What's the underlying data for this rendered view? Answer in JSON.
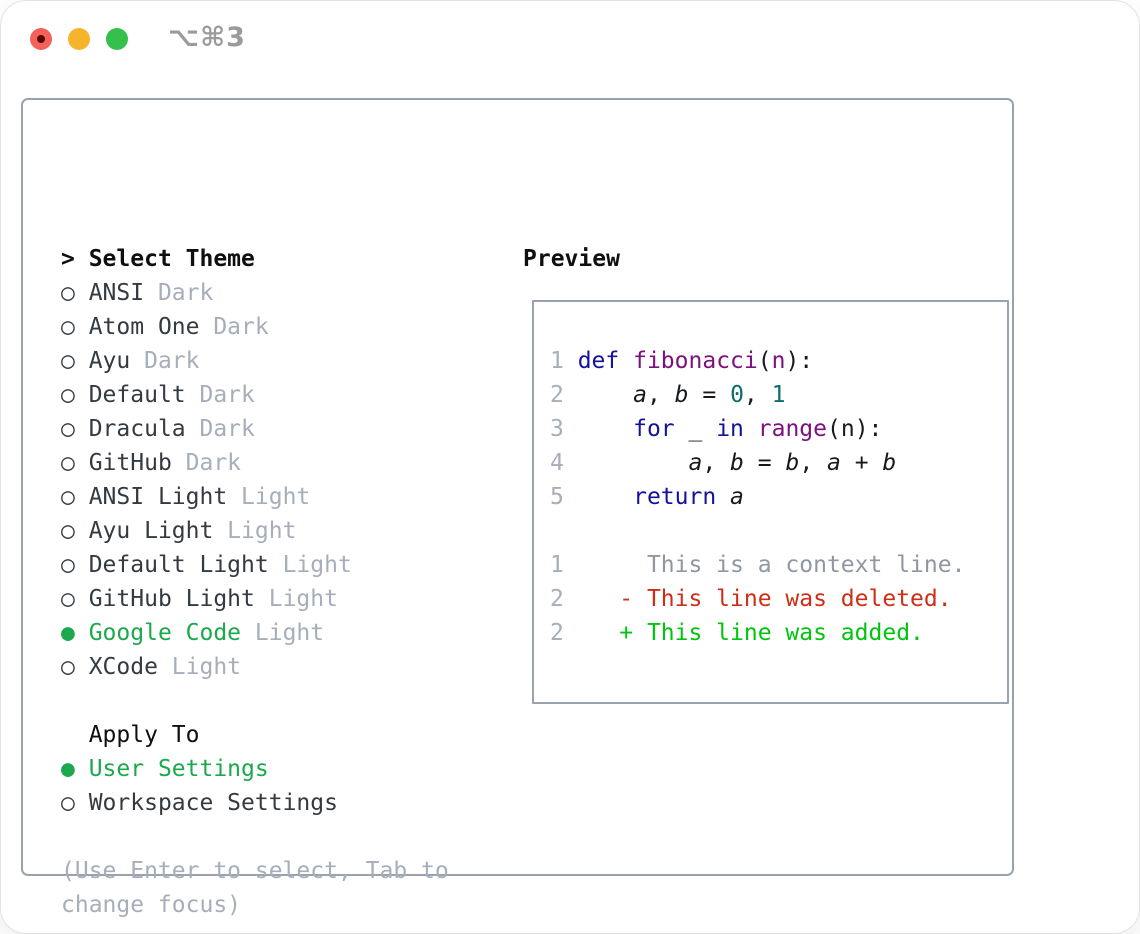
{
  "window": {
    "title_shortcut": "⌥⌘3"
  },
  "traffic_lights": {
    "close_color": "#f4605a",
    "minimize_color": "#f6b42e",
    "zoom_color": "#35c04b"
  },
  "theme_panel": {
    "header_marker": ">",
    "header_label": "Select Theme",
    "bullet_unselected": "○",
    "bullet_selected": "●",
    "items": [
      {
        "name": "ANSI",
        "variant": "Dark",
        "selected": false
      },
      {
        "name": "Atom One",
        "variant": "Dark",
        "selected": false
      },
      {
        "name": "Ayu",
        "variant": "Dark",
        "selected": false
      },
      {
        "name": "Default",
        "variant": "Dark",
        "selected": false
      },
      {
        "name": "Dracula",
        "variant": "Dark",
        "selected": false
      },
      {
        "name": "GitHub",
        "variant": "Dark",
        "selected": false
      },
      {
        "name": "ANSI Light",
        "variant": "Light",
        "selected": false
      },
      {
        "name": "Ayu Light",
        "variant": "Light",
        "selected": false
      },
      {
        "name": "Default Light",
        "variant": "Light",
        "selected": false
      },
      {
        "name": "GitHub Light",
        "variant": "Light",
        "selected": false
      },
      {
        "name": "Google Code",
        "variant": "Light",
        "selected": true
      },
      {
        "name": "XCode",
        "variant": "Light",
        "selected": false
      }
    ]
  },
  "apply_to": {
    "label": "Apply To",
    "options": [
      {
        "name": "User Settings",
        "selected": true
      },
      {
        "name": "Workspace Settings",
        "selected": false
      }
    ]
  },
  "help": {
    "lines": [
      "(Use Enter to select, Tab to",
      "change focus)"
    ]
  },
  "preview": {
    "label": "Preview",
    "code_lines": [
      {
        "gutter": "1 ",
        "tokens": [
          {
            "t": "def",
            "c": "kw"
          },
          {
            "t": " ",
            "c": "pl"
          },
          {
            "t": "fibonacci",
            "c": "fn"
          },
          {
            "t": "(",
            "c": "pl"
          },
          {
            "t": "n",
            "c": "fn"
          },
          {
            "t": "):",
            "c": "pl"
          }
        ]
      },
      {
        "gutter": "2 ",
        "tokens": [
          {
            "t": "    ",
            "c": "pl"
          },
          {
            "t": "a",
            "c": "var"
          },
          {
            "t": ", ",
            "c": "pl"
          },
          {
            "t": "b",
            "c": "var"
          },
          {
            "t": " = ",
            "c": "pl"
          },
          {
            "t": "0",
            "c": "num"
          },
          {
            "t": ", ",
            "c": "pl"
          },
          {
            "t": "1",
            "c": "num"
          }
        ]
      },
      {
        "gutter": "3 ",
        "tokens": [
          {
            "t": "    ",
            "c": "pl"
          },
          {
            "t": "for",
            "c": "kw"
          },
          {
            "t": " _ ",
            "c": "pl"
          },
          {
            "t": "in",
            "c": "kw"
          },
          {
            "t": " ",
            "c": "pl"
          },
          {
            "t": "range",
            "c": "fn"
          },
          {
            "t": "(n):",
            "c": "pl"
          }
        ]
      },
      {
        "gutter": "4 ",
        "tokens": [
          {
            "t": "        ",
            "c": "pl"
          },
          {
            "t": "a",
            "c": "var"
          },
          {
            "t": ", ",
            "c": "pl"
          },
          {
            "t": "b",
            "c": "var"
          },
          {
            "t": " = ",
            "c": "pl"
          },
          {
            "t": "b",
            "c": "var"
          },
          {
            "t": ", ",
            "c": "pl"
          },
          {
            "t": "a",
            "c": "var"
          },
          {
            "t": " + ",
            "c": "pl"
          },
          {
            "t": "b",
            "c": "var"
          }
        ]
      },
      {
        "gutter": "5 ",
        "tokens": [
          {
            "t": "    ",
            "c": "pl"
          },
          {
            "t": "return",
            "c": "kw"
          },
          {
            "t": " ",
            "c": "pl"
          },
          {
            "t": "a",
            "c": "var"
          }
        ]
      },
      {
        "gutter": "",
        "tokens": []
      },
      {
        "gutter": "1 ",
        "tokens": [
          {
            "t": "     This is a context line.",
            "c": "ctx"
          }
        ]
      },
      {
        "gutter": "2 ",
        "tokens": [
          {
            "t": "   - This line was deleted.",
            "c": "del"
          }
        ]
      },
      {
        "gutter": "2 ",
        "tokens": [
          {
            "t": "   + This line was added.",
            "c": "add"
          }
        ]
      }
    ]
  },
  "colors": {
    "border": "#99a2ad",
    "selection_green": "#1ba94c",
    "keyword": "#12129b",
    "function": "#7e1180",
    "number": "#0d6c6c",
    "diff_deleted": "#cd2f16",
    "diff_added": "#02c40f",
    "muted": "#a6aeba"
  }
}
